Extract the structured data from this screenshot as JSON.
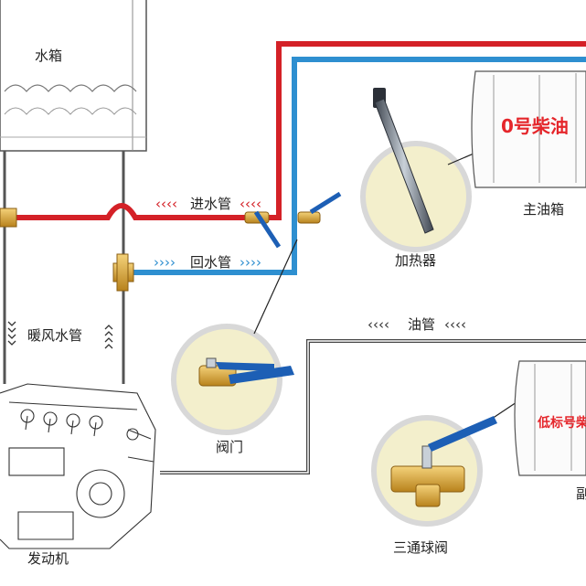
{
  "labels": {
    "water_tank": "水箱",
    "inlet_pipe": "进水管",
    "inlet_arrows": "‹‹‹‹",
    "return_pipe": "回水管",
    "return_arrows": "››››",
    "heater_pipe": "暖风水管",
    "engine": "发动机",
    "heater": "加热器",
    "main_tank": "主油箱",
    "diesel_0": "0号柴油",
    "valve": "阀门",
    "oil_pipe": "油管",
    "oil_arrows": "‹‹‹‹",
    "three_way_valve": "三通球阀",
    "low_diesel": "低标号柴",
    "aux_tank_partial": "副"
  },
  "colors": {
    "hot_pipe": "#d42127",
    "cold_pipe": "#2e8fd0",
    "oil_pipe": "#444444",
    "valve_handle": "#1d5fb5",
    "brass": "#d9a52c",
    "warning_text": "#e5262b"
  }
}
